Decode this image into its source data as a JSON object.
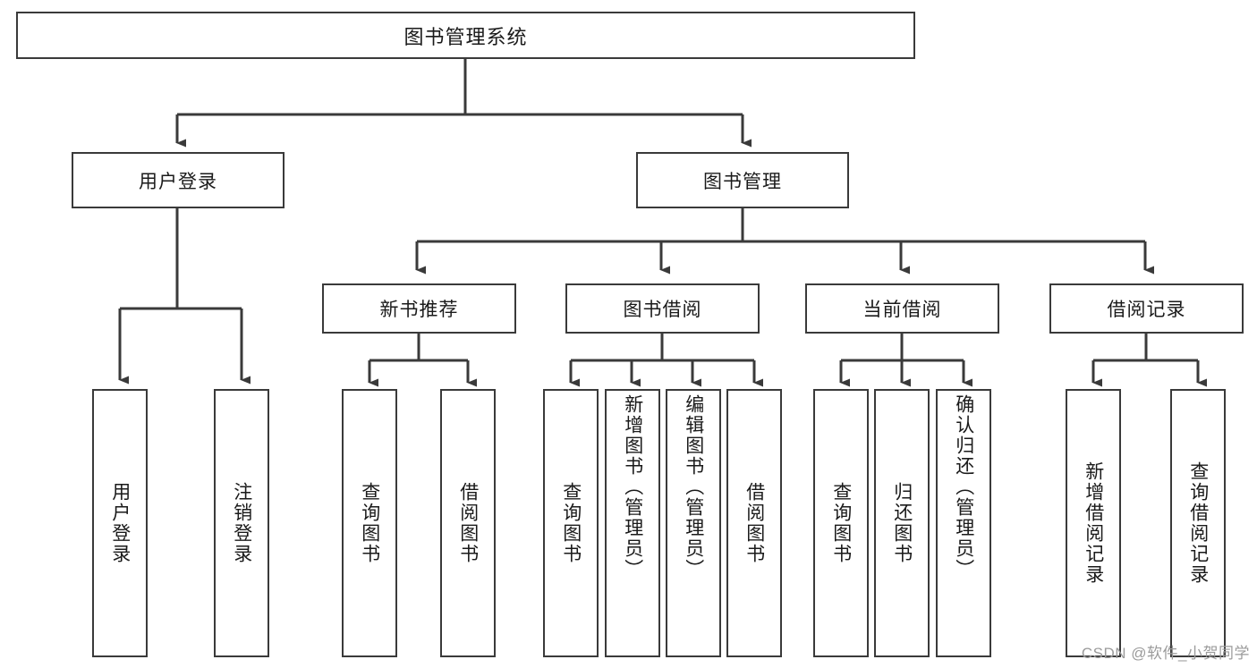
{
  "diagram": {
    "title": "图书管理系统",
    "watermark": "CSDN @软件_小贺同学",
    "colors": {
      "stroke": "#3a3a3a",
      "background": "#ffffff",
      "text": "#1a1a1a",
      "watermark": "#9b9b9b"
    },
    "root": {
      "label": "图书管理系统"
    },
    "level2": [
      {
        "label": "用户登录"
      },
      {
        "label": "图书管理"
      }
    ],
    "level3": [
      {
        "label": "新书推荐"
      },
      {
        "label": "图书借阅"
      },
      {
        "label": "当前借阅"
      },
      {
        "label": "借阅记录"
      }
    ],
    "leaves": {
      "user_login": [
        {
          "label": "用户登录"
        },
        {
          "label": "注销登录"
        }
      ],
      "new_book_recommend": [
        {
          "label": "查询图书"
        },
        {
          "label": "借阅图书"
        }
      ],
      "book_borrow": [
        {
          "label": "查询图书"
        },
        {
          "label": "新增图书（管理员）"
        },
        {
          "label": "编辑图书（管理员）"
        },
        {
          "label": "借阅图书"
        }
      ],
      "current_borrow": [
        {
          "label": "查询图书"
        },
        {
          "label": "归还图书"
        },
        {
          "label": "确认归还（管理员）"
        }
      ],
      "borrow_record": [
        {
          "label": "新增借阅记录"
        },
        {
          "label": "查询借阅记录"
        }
      ]
    }
  }
}
